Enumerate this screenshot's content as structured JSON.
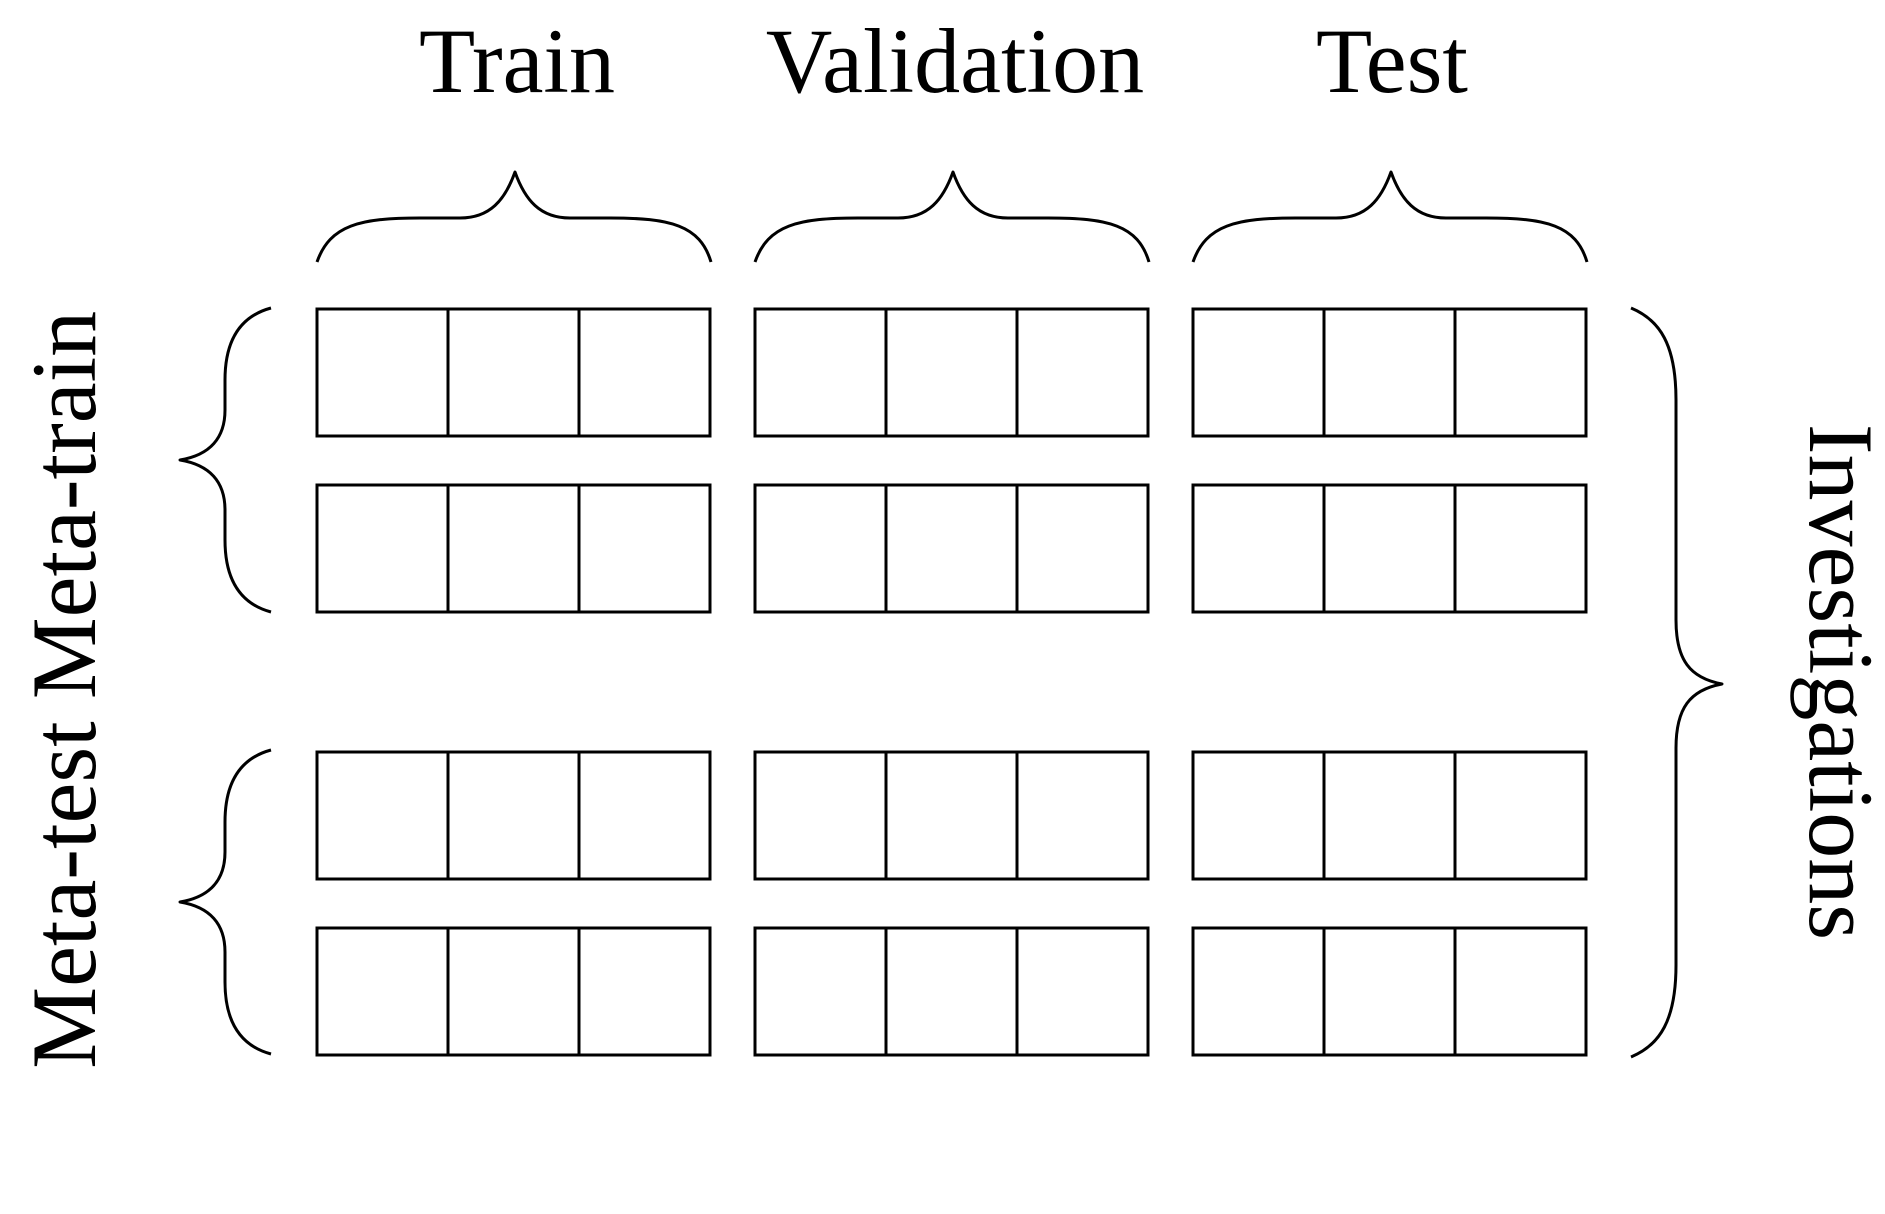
{
  "columns": [
    "Train",
    "Validation",
    "Test"
  ],
  "rows": {
    "top_group": "Meta-train",
    "bottom_group": "Meta-test"
  },
  "right_group": "Investigations"
}
